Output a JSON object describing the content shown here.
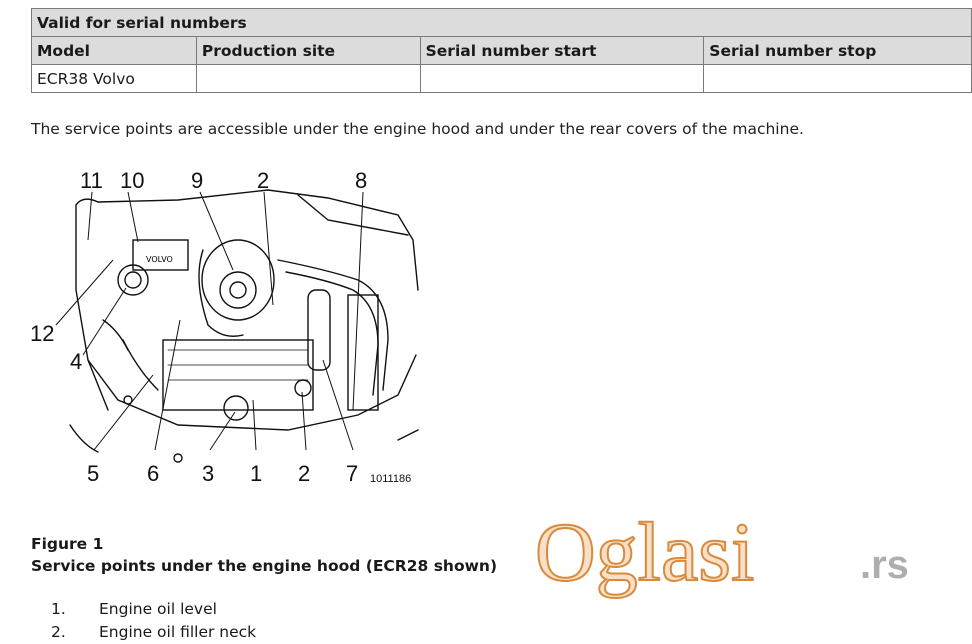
{
  "serial_table": {
    "title": "Valid for serial numbers",
    "headers": [
      "Model",
      "Production site",
      "Serial number start",
      "Serial number stop"
    ],
    "rows": [
      [
        "ECR38 Volvo",
        "",
        "",
        ""
      ]
    ]
  },
  "intro_text": "The service points are accessible under the engine hood and under the rear covers of the machine.",
  "figure": {
    "top_labels": [
      "11",
      "10",
      "9",
      "2",
      "8"
    ],
    "left_labels": [
      "12",
      "4"
    ],
    "bottom_labels": [
      "5",
      "6",
      "3",
      "1",
      "2",
      "7"
    ],
    "ref_number": "1011186",
    "logo_text": "VOLVO"
  },
  "caption": {
    "label": "Figure 1",
    "title": "Service points under the engine hood (ECR28 shown)"
  },
  "legend": [
    {
      "num": "1.",
      "text": "Engine oil level"
    },
    {
      "num": "2.",
      "text": "Engine oil filler neck"
    }
  ],
  "watermark": {
    "brand": "Oglasi",
    "tld": ".rs"
  }
}
